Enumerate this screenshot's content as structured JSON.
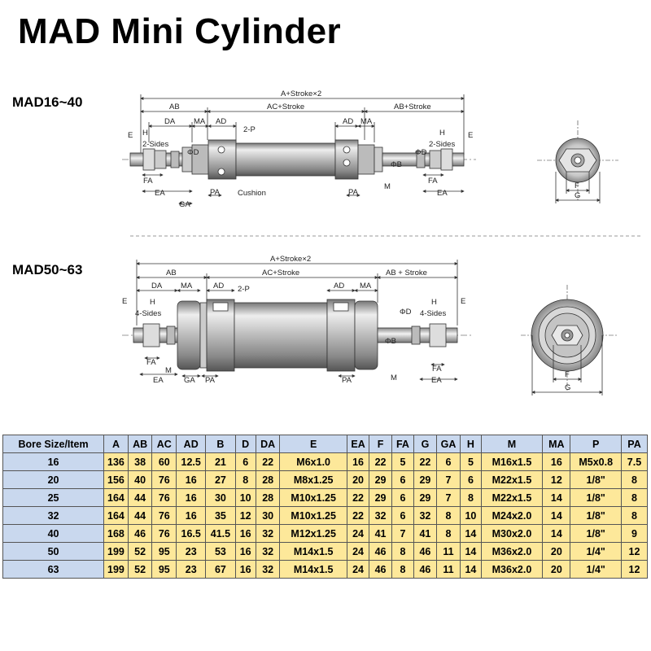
{
  "title": "MAD Mini Cylinder",
  "sections": [
    {
      "label": "MAD16~40"
    },
    {
      "label": "MAD50~63"
    }
  ],
  "drawing1": {
    "dims": {
      "total": "A+Stroke×2",
      "ab": "AB",
      "ac": "AC+Stroke",
      "ab_right": "AB+Stroke",
      "e": "E",
      "h": "H",
      "sides": "2-Sides",
      "da": "DA",
      "ma": "MA",
      "ad": "AD",
      "port": "2-P",
      "d": "ΦD",
      "b": "ΦB",
      "fa": "FA",
      "ea": "EA",
      "ga": "GA",
      "pa": "PA",
      "m": "M",
      "cushion": "Cushion",
      "f": "F",
      "g": "G"
    }
  },
  "drawing2": {
    "dims": {
      "total": "A+Stroke×2",
      "ab": "AB",
      "ac": "AC+Stroke",
      "ab_right": "AB + Stroke",
      "e": "E",
      "h": "H",
      "sides": "4-Sides",
      "da": "DA",
      "ma": "MA",
      "ad": "AD",
      "port": "2-P",
      "d": "ΦD",
      "b": "ΦB",
      "fa": "FA",
      "ea": "EA",
      "ga": "GA",
      "pa": "PA",
      "m": "M",
      "f": "F",
      "g": "G"
    }
  },
  "table": {
    "headers": [
      "Bore Size/Item",
      "A",
      "AB",
      "AC",
      "AD",
      "B",
      "D",
      "DA",
      "E",
      "EA",
      "F",
      "FA",
      "G",
      "GA",
      "H",
      "M",
      "MA",
      "P",
      "PA"
    ],
    "rows": [
      [
        "16",
        "136",
        "38",
        "60",
        "12.5",
        "21",
        "6",
        "22",
        "M6x1.0",
        "16",
        "22",
        "5",
        "22",
        "6",
        "5",
        "M16x1.5",
        "16",
        "M5x0.8",
        "7.5"
      ],
      [
        "20",
        "156",
        "40",
        "76",
        "16",
        "27",
        "8",
        "28",
        "M8x1.25",
        "20",
        "29",
        "6",
        "29",
        "7",
        "6",
        "M22x1.5",
        "12",
        "1/8\"",
        "8"
      ],
      [
        "25",
        "164",
        "44",
        "76",
        "16",
        "30",
        "10",
        "28",
        "M10x1.25",
        "22",
        "29",
        "6",
        "29",
        "7",
        "8",
        "M22x1.5",
        "14",
        "1/8\"",
        "8"
      ],
      [
        "32",
        "164",
        "44",
        "76",
        "16",
        "35",
        "12",
        "30",
        "M10x1.25",
        "22",
        "32",
        "6",
        "32",
        "8",
        "10",
        "M24x2.0",
        "14",
        "1/8\"",
        "8"
      ],
      [
        "40",
        "168",
        "46",
        "76",
        "16.5",
        "41.5",
        "16",
        "32",
        "M12x1.25",
        "24",
        "41",
        "7",
        "41",
        "8",
        "14",
        "M30x2.0",
        "14",
        "1/8\"",
        "9"
      ],
      [
        "50",
        "199",
        "52",
        "95",
        "23",
        "53",
        "16",
        "32",
        "M14x1.5",
        "24",
        "46",
        "8",
        "46",
        "11",
        "14",
        "M36x2.0",
        "20",
        "1/4\"",
        "12"
      ],
      [
        "63",
        "199",
        "52",
        "95",
        "23",
        "67",
        "16",
        "32",
        "M14x1.5",
        "24",
        "46",
        "8",
        "46",
        "11",
        "14",
        "M36x2.0",
        "20",
        "1/4\"",
        "12"
      ]
    ]
  }
}
